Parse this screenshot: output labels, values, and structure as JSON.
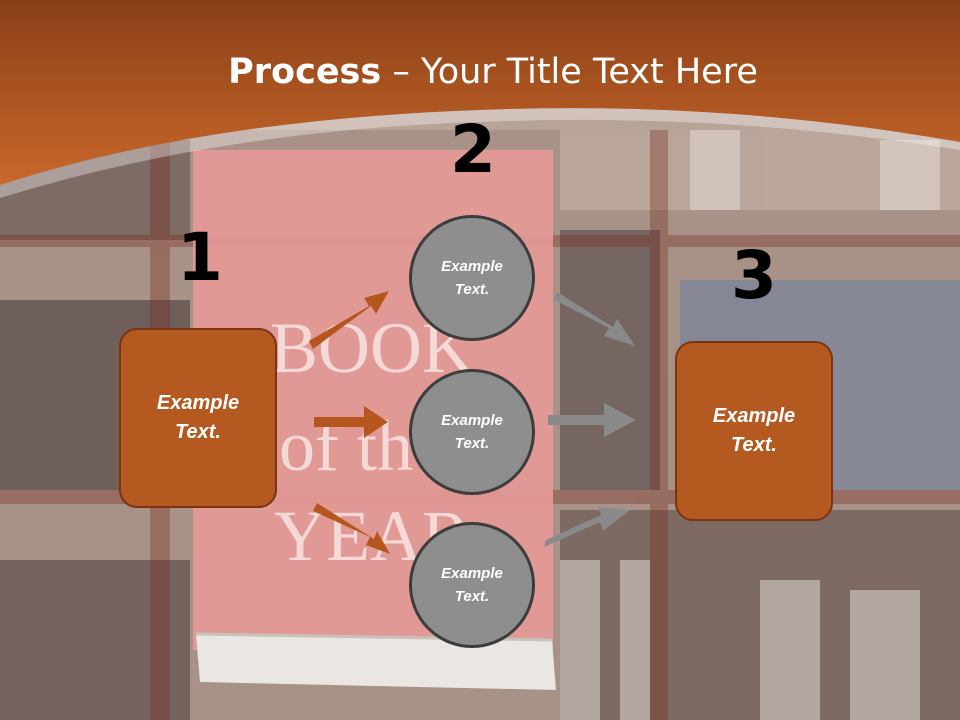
{
  "title": {
    "bold": "Process",
    "rest": " – Your Title Text Here"
  },
  "colors": {
    "header": "#b95c23",
    "accent": "#b45a21",
    "circle": "#8e8e8e",
    "grey_arrow": "#8a8a8a"
  },
  "background": {
    "banner_lines": [
      "BOOK",
      "of the",
      "YEAR"
    ]
  },
  "steps": {
    "one": {
      "number": "1",
      "line1": "Example",
      "line2": "Text."
    },
    "two": {
      "number": "2"
    },
    "three": {
      "number": "3",
      "line1": "Example",
      "line2": "Text."
    }
  },
  "circles": [
    {
      "line1": "Example",
      "line2": "Text."
    },
    {
      "line1": "Example",
      "line2": "Text."
    },
    {
      "line1": "Example",
      "line2": "Text."
    }
  ]
}
